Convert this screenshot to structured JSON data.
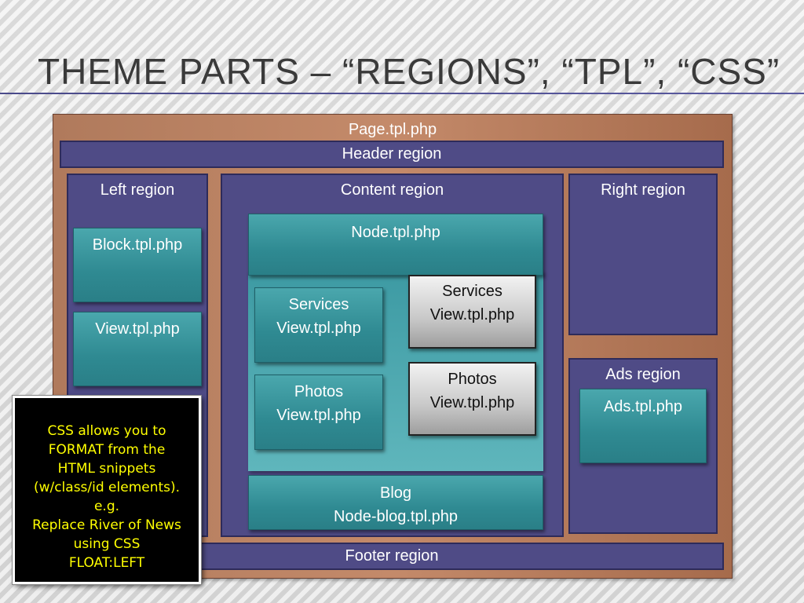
{
  "slide": {
    "title": "THEME PARTS – “REGIONS”, “TPL”, “CSS”"
  },
  "diagram": {
    "page_label": "Page.tpl.php",
    "header_region": "Header region",
    "left_region": "Left region",
    "content_region": "Content region",
    "right_region": "Right region",
    "ads_region": "Ads region",
    "footer_region": "Footer region",
    "block_tpl": "Block.tpl.php",
    "view_tpl": "View.tpl.php",
    "node_tpl": "Node.tpl.php",
    "services_view_teal": {
      "line1": "Services",
      "line2": "View.tpl.php"
    },
    "photos_view_teal": {
      "line1": "Photos",
      "line2": "View.tpl.php"
    },
    "services_view_gray": {
      "line1": "Services",
      "line2": "View.tpl.php"
    },
    "photos_view_gray": {
      "line1": "Photos",
      "line2": "View.tpl.php"
    },
    "blog": {
      "line1": "Blog",
      "line2": "Node-blog.tpl.php"
    },
    "ads_tpl": "Ads.tpl.php"
  },
  "note": {
    "lines": [
      "CSS allows you to",
      "FORMAT from the",
      "HTML snippets",
      "(w/class/id elements).",
      "e.g.",
      "Replace River of News",
      "using CSS",
      "FLOAT:LEFT"
    ]
  },
  "colors": {
    "page_bg": "#b07a5c",
    "region_bg": "#4f4b86",
    "template_teal": "#2f8a92",
    "template_gray": "#c8c8c8",
    "note_text": "#ffff00"
  }
}
